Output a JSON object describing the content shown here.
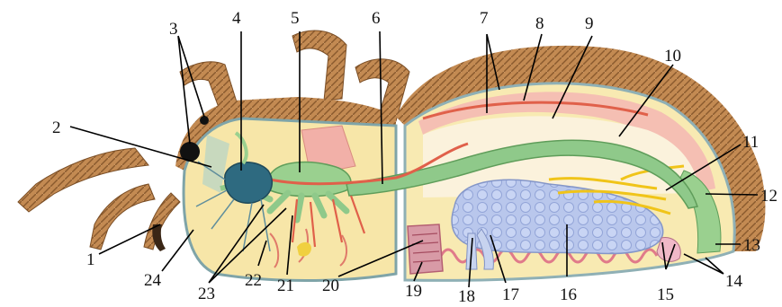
{
  "labels": [
    {
      "id": "1",
      "text": "1"
    },
    {
      "id": "2",
      "text": "2"
    },
    {
      "id": "3",
      "text": "3"
    },
    {
      "id": "4",
      "text": "4"
    },
    {
      "id": "5",
      "text": "5"
    },
    {
      "id": "6",
      "text": "6"
    },
    {
      "id": "7",
      "text": "7"
    },
    {
      "id": "8",
      "text": "8"
    },
    {
      "id": "9",
      "text": "9"
    },
    {
      "id": "10",
      "text": "10"
    },
    {
      "id": "11",
      "text": "11"
    },
    {
      "id": "12",
      "text": "12"
    },
    {
      "id": "13",
      "text": "13"
    },
    {
      "id": "14",
      "text": "14"
    },
    {
      "id": "15",
      "text": "15"
    },
    {
      "id": "16",
      "text": "16"
    },
    {
      "id": "17",
      "text": "17"
    },
    {
      "id": "18",
      "text": "18"
    },
    {
      "id": "19",
      "text": "19"
    },
    {
      "id": "20",
      "text": "20"
    },
    {
      "id": "21",
      "text": "21"
    },
    {
      "id": "22",
      "text": "22"
    },
    {
      "id": "23",
      "text": "23"
    },
    {
      "id": "24",
      "text": "24"
    }
  ],
  "colors": {
    "hair": "#b9814a",
    "hair_dark": "#7a4e26",
    "body_fill": "#f7e6a8",
    "cuticle": "#8fb0b5",
    "gut": "#8fc98a",
    "brain": "#2e6a80",
    "heart": "#f2b3a8",
    "artery": "#e0604a",
    "digestive_gland": "#b6c6ea",
    "nerve": "#f0c419",
    "book_lung": "#d07a8a",
    "eye": "#111111"
  }
}
